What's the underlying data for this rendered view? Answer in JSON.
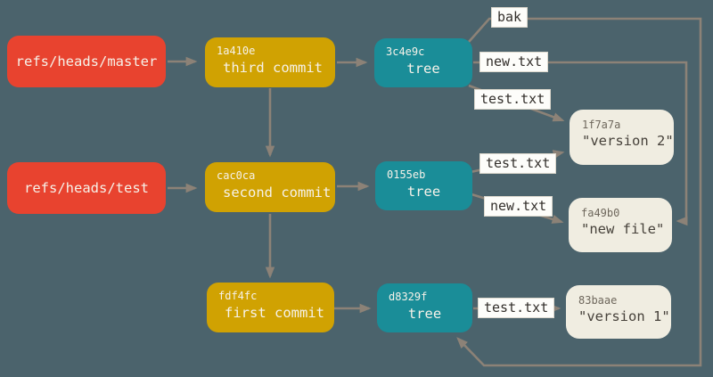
{
  "colors": {
    "background": "#4b636c",
    "ref_fill": "#e8432f",
    "commit_fill": "#d0a202",
    "tree_fill": "#1a8d98",
    "blob_fill": "#f0ede1",
    "edge_line": "#8c8277",
    "edge_label_bg": "#fdfdfa"
  },
  "nodes": {
    "ref_master": {
      "label": "refs/heads/master"
    },
    "ref_test": {
      "label": "refs/heads/test"
    },
    "commit_third": {
      "hash": "1a410e",
      "label": "third commit"
    },
    "commit_second": {
      "hash": "cac0ca",
      "label": "second commit"
    },
    "commit_first": {
      "hash": "fdf4fc",
      "label": "first commit"
    },
    "tree_third": {
      "hash": "3c4e9c",
      "label": "tree"
    },
    "tree_second": {
      "hash": "0155eb",
      "label": "tree"
    },
    "tree_first": {
      "hash": "d8329f",
      "label": "tree"
    },
    "blob_version2": {
      "hash": "1f7a7a",
      "label": "\"version 2\""
    },
    "blob_newfile": {
      "hash": "fa49b0",
      "label": "\"new file\""
    },
    "blob_version1": {
      "hash": "83baae",
      "label": "\"version 1\""
    }
  },
  "edge_labels": {
    "bak": "bak",
    "tree_third_new": "new.txt",
    "tree_third_test": "test.txt",
    "tree_second_test": "test.txt",
    "tree_second_new": "new.txt",
    "tree_first_test": "test.txt"
  }
}
